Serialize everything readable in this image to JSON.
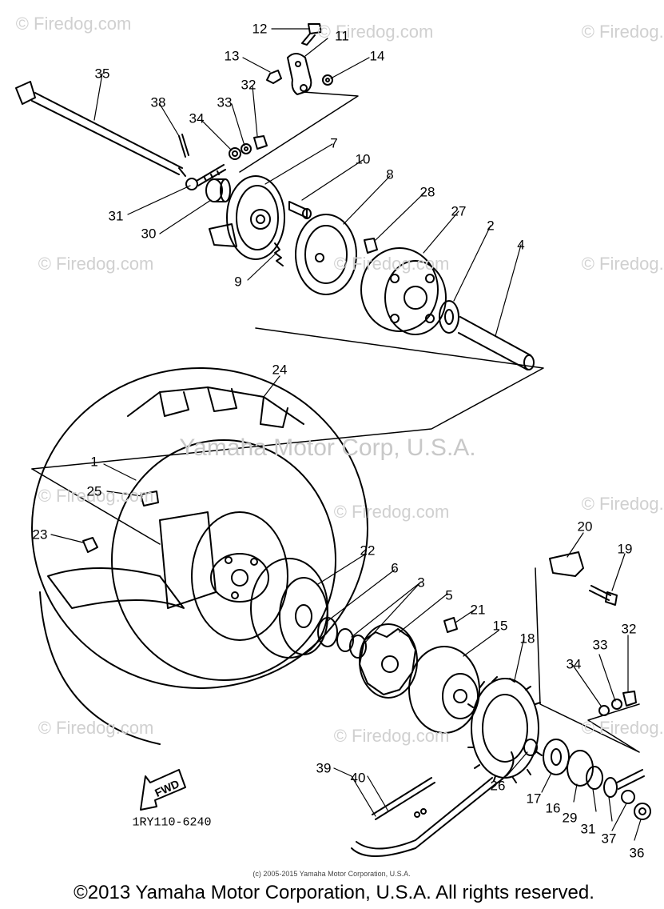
{
  "watermark_text": "© Firedog.com",
  "center_watermark": "Yamaha Motor Corp, U.S.A.",
  "diagram_code": "1RY110-6240",
  "fwd_label": "FWD",
  "small_copyright": "(c) 2005-2015 Yamaha Motor Corporation, U.S.A.",
  "copyright": "©2013 Yamaha Motor Corporation, U.S.A. All rights reserved.",
  "callouts": [
    "12",
    "11",
    "13",
    "14",
    "35",
    "38",
    "33",
    "32",
    "34",
    "7",
    "10",
    "8",
    "28",
    "31",
    "30",
    "27",
    "2",
    "4",
    "9",
    "24",
    "1",
    "25",
    "23",
    "22",
    "6",
    "3",
    "5",
    "21",
    "15",
    "18",
    "20",
    "19",
    "32",
    "33",
    "34",
    "39",
    "40",
    "26",
    "17",
    "16",
    "29",
    "31",
    "37",
    "36"
  ]
}
